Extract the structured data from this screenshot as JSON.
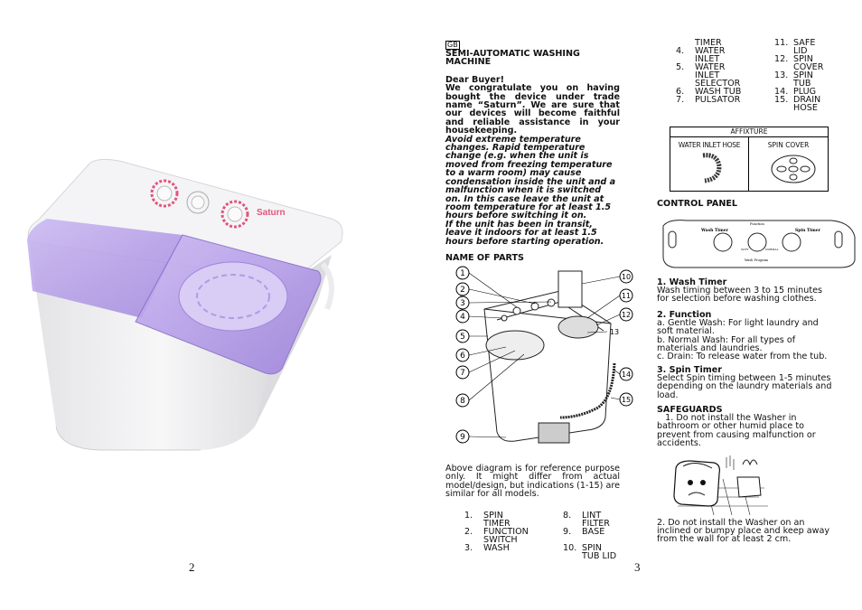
{
  "page_left": {
    "number": "2"
  },
  "page_right": {
    "number": "3"
  },
  "col1": {
    "tag": "GB",
    "title": "SEMI-AUTOMATIC WASHING MACHINE",
    "greeting": "Dear Buyer!",
    "intro": [
      "We congratulate you on having",
      "bought the device under trade",
      "name “Saturn”. We are sure that",
      "our devices will become faithful",
      "and reliable assistance in your"
    ],
    "intro_last": "housekeeping.",
    "warning": [
      "Avoid extreme temperature",
      "changes. Rapid temperature",
      "change (e.g. when the unit is",
      "moved from freezing temperature",
      "to a warm room) may cause",
      "condensation inside the unit and a",
      "malfunction when it is switched",
      "on. In this case leave the unit at",
      "room temperature for at least 1.5",
      "hours before switching it on.",
      "If the unit has been in transit,",
      "leave it indoors for at least 1.5",
      "hours before starting operation."
    ],
    "parts_heading": "NAME OF PARTS",
    "callouts_left": [
      "1",
      "2",
      "3",
      "4",
      "5",
      "6",
      "7",
      "8",
      "9"
    ],
    "callouts_right": [
      "10",
      "11",
      "12",
      "13",
      "14",
      "15"
    ],
    "diagram_note": [
      "Above diagram is for reference purpose",
      "only. It might differ from actual",
      "model/design, but indications (1-15) are"
    ],
    "diagram_note_last": "similar for all models.",
    "parts_list": [
      {
        "n": "1.",
        "a": "SPIN",
        "b": "TIMER",
        "n2": "8.",
        "a2": "LINT",
        "b2": "FILTER"
      },
      {
        "n": "2.",
        "a": "FUNCTION",
        "b": "SWITCH",
        "n2": "9.",
        "a2": "BASE",
        "b2": ""
      },
      {
        "n": "3.",
        "a": "WASH",
        "b": "",
        "n2": "10.",
        "a2": "SPIN",
        "b2": "TUB LID"
      }
    ]
  },
  "col2": {
    "parts_list": [
      {
        "n": "",
        "a": "TIMER",
        "n2": "11.",
        "a2": "SAFE"
      },
      {
        "n": "4.",
        "a": "WATER",
        "n2": "",
        "a2": "LID"
      },
      {
        "n": "",
        "a": "INLET",
        "n2": "12.",
        "a2": "SPIN"
      },
      {
        "n": "5.",
        "a": "WATER",
        "n2": "",
        "a2": "COVER"
      },
      {
        "n": "",
        "a": "INLET",
        "n2": "13.",
        "a2": "SPIN"
      },
      {
        "n": "",
        "a": "SELECTOR",
        "n2": "",
        "a2": "TUB"
      },
      {
        "n": "6.",
        "a": "WASH TUB",
        "n2": "14.",
        "a2": "PLUG"
      },
      {
        "n": "7.",
        "a": "PULSATOR",
        "n2": "15.",
        "a2": "DRAIN"
      },
      {
        "n": "",
        "a": "",
        "n2": "",
        "a2": "HOSE"
      }
    ],
    "affixture": {
      "title": "AFFIXTURE",
      "left": "WATER INLET HOSE",
      "right": "SPIN COVER"
    },
    "control_heading": "CONTROL PANEL",
    "panel": {
      "left": "Wash Timer",
      "top": "Function",
      "right": "Spin Timer",
      "bottom": "Wash Program",
      "mid_left": "SOFT",
      "mid_right": "NORMAL"
    },
    "wash_timer": {
      "heading": "1. Wash Timer",
      "lines": [
        "Wash timing between 3 to 15 minutes",
        "for selection before washing clothes."
      ]
    },
    "function": {
      "heading": "2. Function",
      "lines": [
        "a. Gentle Wash: For light laundry and",
        "soft material.",
        "b. Normal Wash: For all types of",
        "materials and laundries.",
        "c. Drain: To release water from the tub."
      ]
    },
    "spin_timer": {
      "heading": "3. Spin Timer",
      "lines": [
        "Select Spin timing between 1-5 minutes",
        "depending on the laundry materials and",
        "load."
      ]
    },
    "safeguards": {
      "heading": "SAFEGUARDS",
      "lines": [
        "   1. Do not install the Washer in",
        "bathroom or other humid place to",
        "prevent from causing malfunction or",
        "accidents."
      ]
    },
    "safeguard2": [
      "2. Do not install the Washer on an",
      "inclined or bumpy place and keep away",
      "from the wall for at least 2 cm."
    ]
  },
  "product": {
    "brand": "Saturn"
  },
  "colors": {
    "lid": "#a98be0",
    "body": "#f2f2f3",
    "knob_ring": "#e0567a"
  }
}
